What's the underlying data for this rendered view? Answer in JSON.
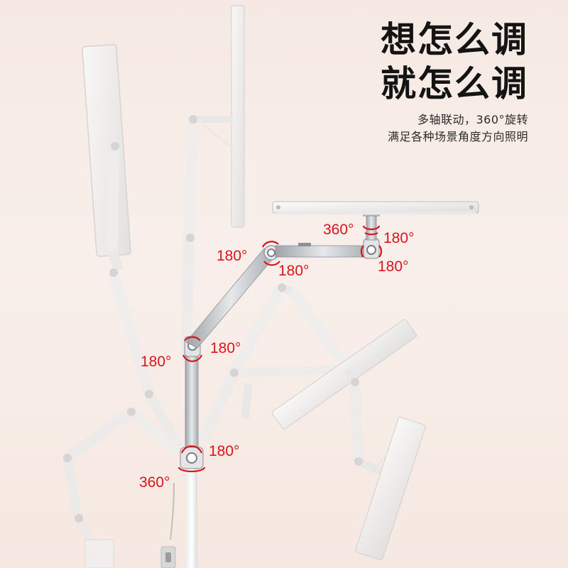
{
  "headline": {
    "line1": "想怎么调",
    "line2": "就怎么调"
  },
  "subtitle": {
    "line1": "多轴联动，360°旋转",
    "line2": "满足各种场景角度方向照明"
  },
  "angle_labels": {
    "upper_head_rotate": "360°",
    "upper_head_tilt": "180°",
    "upper_elbow_left": "180°",
    "upper_elbow_right": "180°",
    "upper_head_joint_low": "180°",
    "mid_joint_left": "180°",
    "mid_joint_right": "180°",
    "base_joint_tilt": "180°",
    "base_rotate": "360°"
  },
  "colors": {
    "accent_red": "#d9141b",
    "lamp_white": "#f4f4f4",
    "metal_silver": "#b9bcc0",
    "text_dark": "#141414"
  }
}
